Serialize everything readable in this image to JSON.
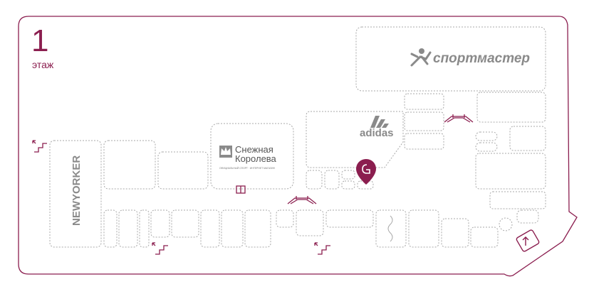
{
  "floor": {
    "number": "1",
    "word": "этаж"
  },
  "colors": {
    "accent": "#8b1e4f",
    "shop_outline": "#a8a8a8",
    "logo_grey": "#8a8a8a",
    "text_dark": "#555555"
  },
  "stores": {
    "sportmaster": "спортмастер",
    "adidas": "adidas",
    "snow_queen_line1": "Снежная",
    "snow_queen_line2": "Королева",
    "snow_queen_tagline": "ОФИЦИАЛЬНЫЙ СПОРТ · ИНТЕРНЕТ МАГАЗИН",
    "newyorker": "NEWYORKER"
  },
  "icons": {
    "you_are_here": "location-pin-icon",
    "escalator": "escalator-icon",
    "stairs": "stairs-icon",
    "elevator": "elevator-icon",
    "entrance": "entrance-icon"
  }
}
